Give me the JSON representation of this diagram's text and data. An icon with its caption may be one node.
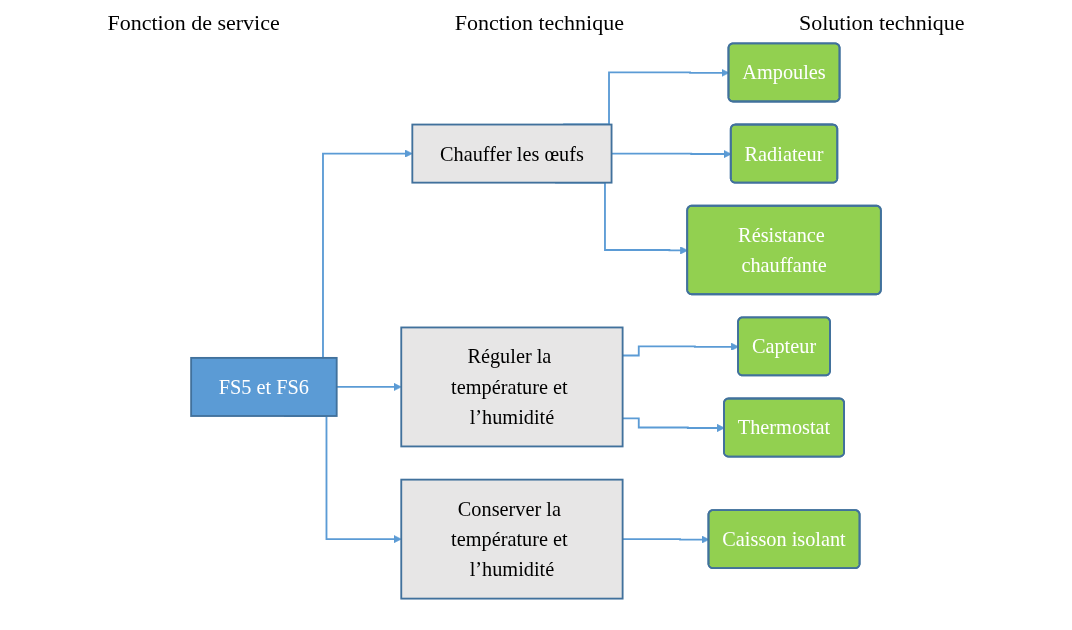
{
  "diagram": {
    "nodes": [
      {
        "text": [
          "FS5 et FS6"
        ]
      },
      {
        "text": [
          "Chauffer les œufs"
        ]
      },
      {
        "text": [
          "Réguler la température et l’humidité"
        ]
      },
      {
        "text": [
          "Conserver la température et l’humidité"
        ]
      },
      {
        "text": [
          "Ampoules"
        ]
      },
      {
        "text": [
          "Radiateur"
        ]
      },
      {
        "text": [
          "Résistance chauffante"
        ]
      },
      {
        "text": [
          "Capteur"
        ]
      },
      {
        "text": [
          "Thermostat"
        ]
      },
      {
        "text": [
          "Caisson isolant"
        ]
      }
    ],
    "edges": [
      {
        "from": 0,
        "to": 1,
        "arrow": "to"
      },
      {
        "from": 0,
        "to": 2,
        "arrow": "to"
      },
      {
        "from": 0,
        "to": 3,
        "arrow": "to"
      },
      {
        "from": 1,
        "to": 4,
        "arrow": "to"
      },
      {
        "from": 1,
        "to": 5,
        "arrow": "to"
      },
      {
        "from": 1,
        "to": 6,
        "arrow": "to"
      },
      {
        "from": 2,
        "to": 7,
        "arrow": "to"
      },
      {
        "from": 2,
        "to": 8,
        "arrow": "to"
      },
      {
        "from": 3,
        "to": 9,
        "arrow": "to"
      }
    ],
    "labels": [
      "Fonction de service",
      "Fonction technique",
      "Solution technique"
    ]
  }
}
